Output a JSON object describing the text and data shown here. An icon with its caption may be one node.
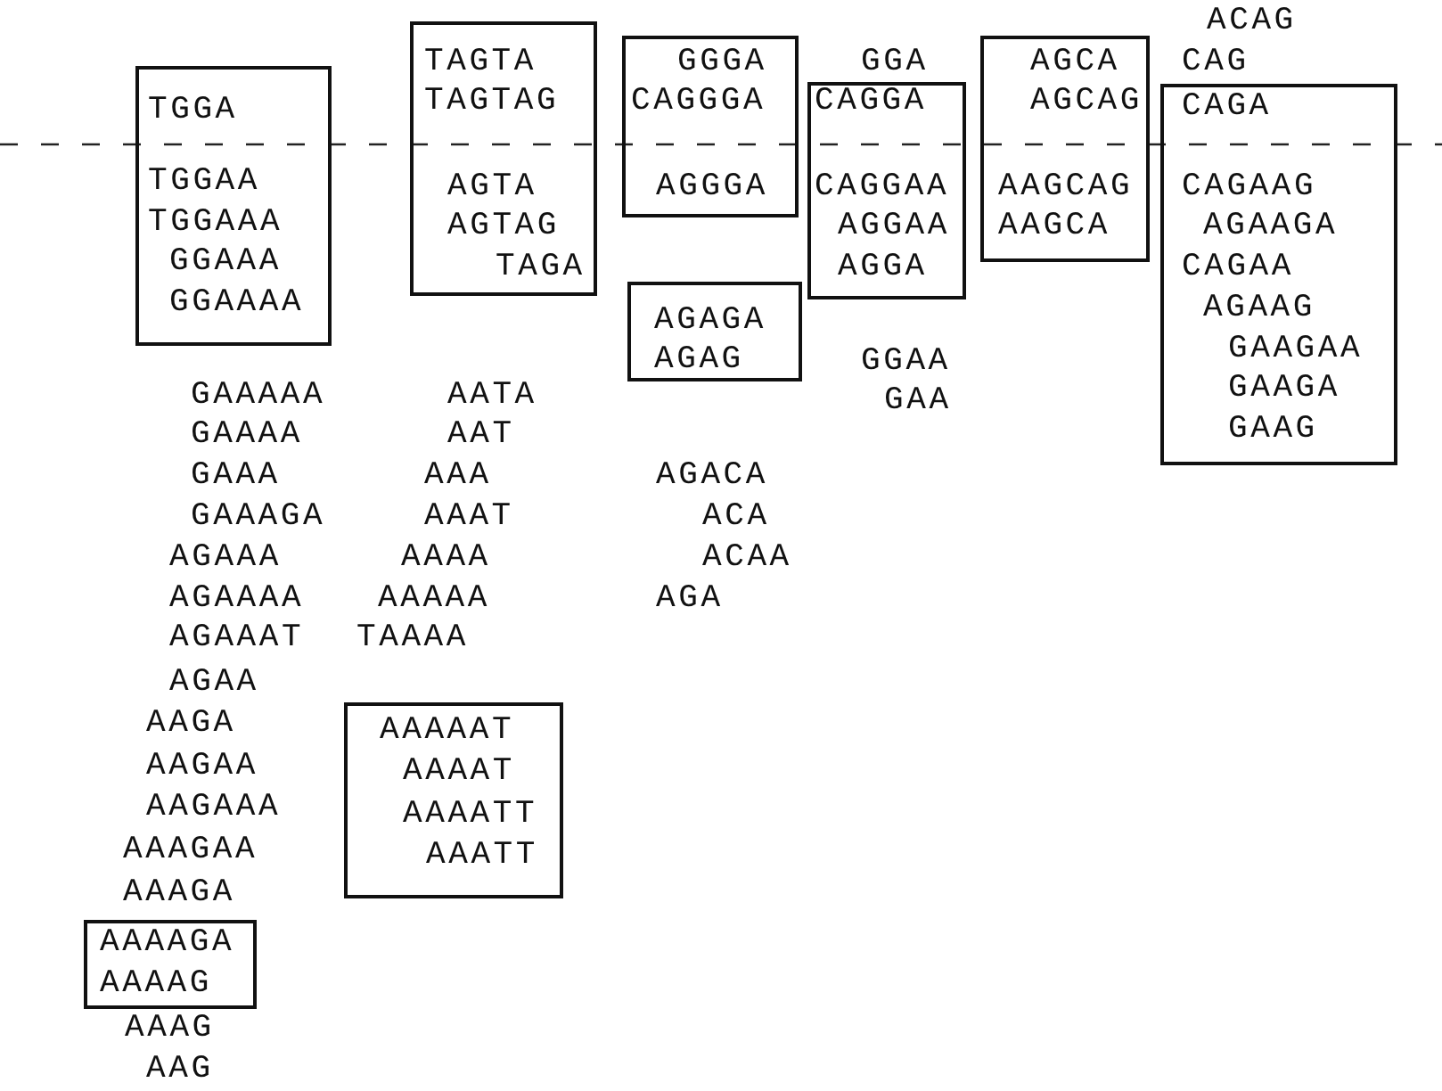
{
  "diagram": {
    "nodes": [
      {
        "text": [
          "TGGA",
          "TGGAA",
          "TGGAAA",
          "GGAAA",
          "GGAAAA"
        ]
      },
      {
        "text": [
          "TAGTA",
          "TAGTAG",
          "AGTA",
          "AGTAG",
          "TAGA"
        ]
      },
      {
        "text": [
          "GGGA",
          "CAGGGA",
          "AGGGA"
        ]
      },
      {
        "text": [
          "CAGGA",
          "CAGGAA",
          "AGGAA",
          "AGGA"
        ]
      },
      {
        "text": [
          "AGCA",
          "AGCAG",
          "AAGCAG",
          "AAGCA"
        ]
      },
      {
        "text": [
          "CAGA",
          "CAGAAG",
          "AGAAGA",
          "CAGAA",
          "AGAAG",
          "GAAGAA",
          "GAAGA",
          "GAAG"
        ]
      },
      {
        "text": [
          "AGAGA",
          "AGAG"
        ]
      },
      {
        "text": [
          "AAAAAT",
          "AAAAT",
          "AAAATT",
          "AAATT"
        ]
      },
      {
        "text": [
          "AAAAGA",
          "AAAAG"
        ]
      }
    ],
    "labels": [
      "ACAG",
      "CAG",
      "GGA",
      "GGAA",
      "GAA",
      "GAAAAA",
      "GAAAA",
      "GAAA",
      "GAAAGA",
      "AGAAA",
      "AGAAAA",
      "AGAAAT",
      "AGAA",
      "AAGA",
      "AAGAA",
      "AAGAAA",
      "AAAGAA",
      "AAAGA",
      "AAAG",
      "AAG",
      "AATA",
      "AAT",
      "AAA",
      "AAAT",
      "AAAA",
      "AAAAA",
      "TAAAA",
      "AGACA",
      "ACA",
      "ACAA",
      "AGA"
    ]
  }
}
